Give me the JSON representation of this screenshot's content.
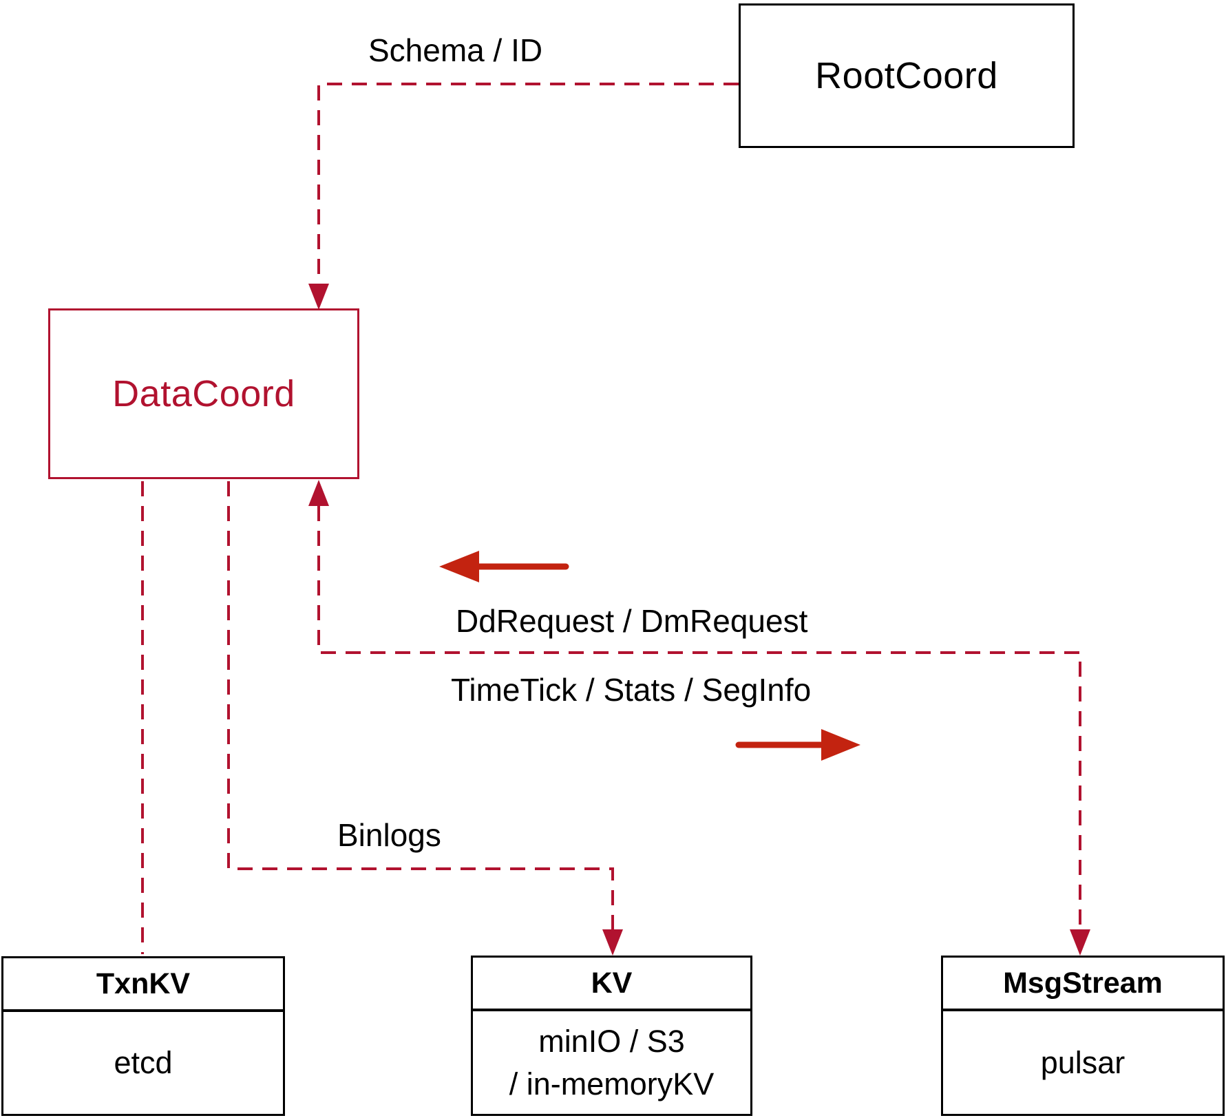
{
  "diagram": {
    "title": "DataCoord interactions diagram",
    "nodes": {
      "rootcoord": {
        "label": "RootCoord"
      },
      "datacoord": {
        "label": "DataCoord"
      },
      "txnkv": {
        "title": "TxnKV",
        "body": "etcd"
      },
      "kv": {
        "title": "KV",
        "body_line1": "minIO / S3",
        "body_line2": "/ in-memoryKV"
      },
      "msgstream": {
        "title": "MsgStream",
        "body": "pulsar"
      }
    },
    "edge_labels": {
      "schema_id": "Schema / ID",
      "dd_request": "DdRequest / DmRequest",
      "time_tick": "TimeTick / Stats / SegInfo",
      "binlogs": "Binlogs"
    },
    "colors": {
      "dashed_line_red": "#b1122f",
      "red_node_border": "#b1122f",
      "solid_arrow_red": "#c32310",
      "black_border": "#000000",
      "text_black": "#000000",
      "background": "#ffffff"
    }
  }
}
